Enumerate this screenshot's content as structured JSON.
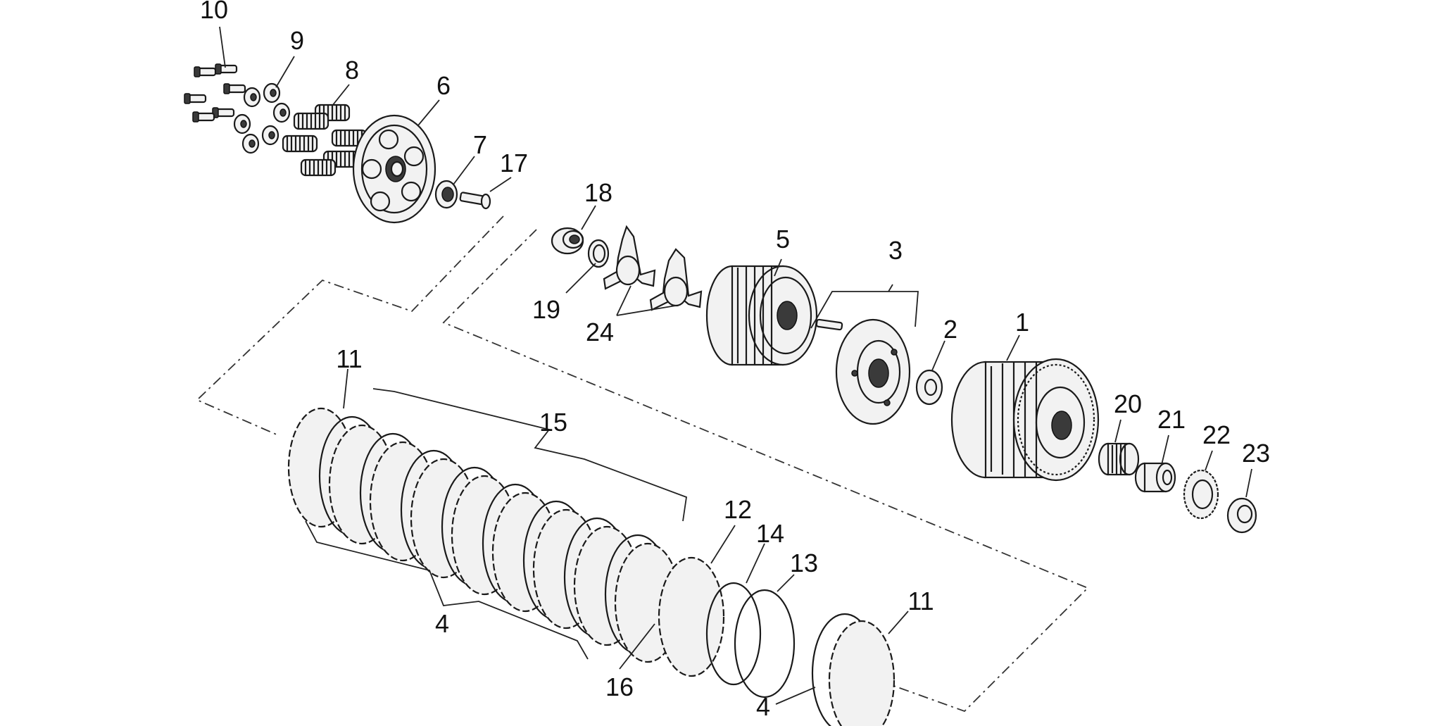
{
  "diagram": {
    "labels": {
      "l1": "1",
      "l2": "2",
      "l3": "3",
      "l4a": "4",
      "l4b": "4",
      "l5": "5",
      "l6": "6",
      "l7": "7",
      "l8": "8",
      "l9": "9",
      "l10": "10",
      "l11a": "11",
      "l11b": "11",
      "l12": "12",
      "l13": "13",
      "l14": "14",
      "l15": "15",
      "l16": "16",
      "l17": "17",
      "l18": "18",
      "l19": "19",
      "l20": "20",
      "l21": "21",
      "l22": "22",
      "l23": "23",
      "l24": "24"
    }
  }
}
